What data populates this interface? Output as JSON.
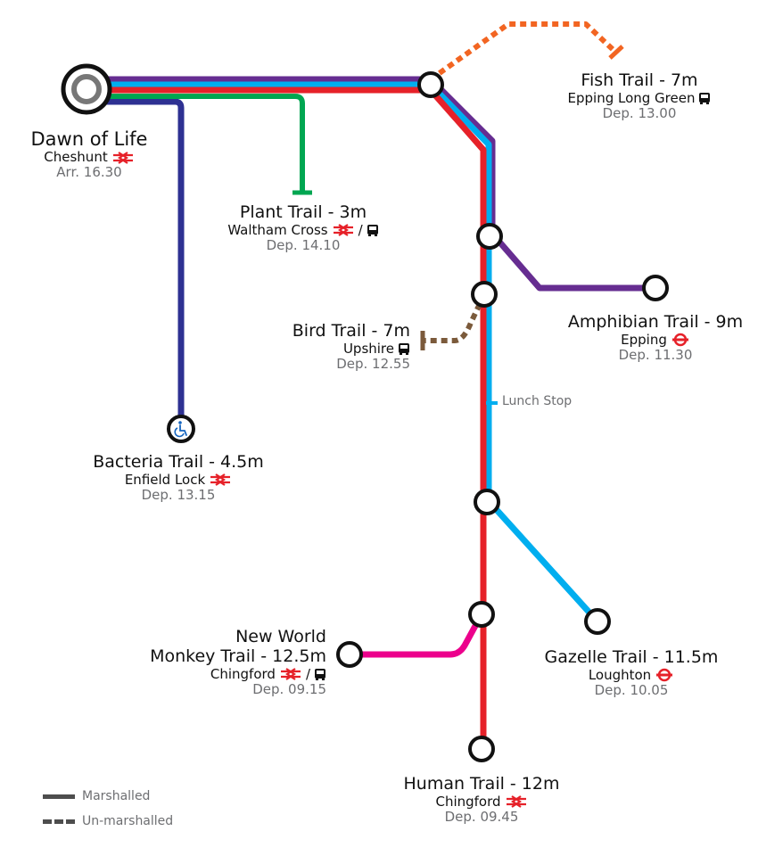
{
  "colors": {
    "navy": "#2e3192",
    "purple": "#662d91",
    "cyan": "#00aeef",
    "green": "#00a651",
    "red": "#e62129",
    "orange": "#f26522",
    "brown": "#7b5a3b",
    "magenta": "#ec008c",
    "station_fill": "#ffffff",
    "station_stroke": "#111111",
    "dep_text": "#6d6e71"
  },
  "icons": {
    "rail": "national-rail-icon",
    "bus": "bus-icon",
    "underground": "underground-roundel-icon",
    "accessible": "wheelchair-accessible-icon"
  },
  "separator": "/",
  "start": {
    "name": "Dawn of Life",
    "station": "Cheshunt",
    "time": "Arr. 16.30"
  },
  "trails": {
    "fish": {
      "name": "Fish Trail - 7m",
      "station": "Epping Long Green",
      "time": "Dep. 13.00",
      "marshalled": false
    },
    "plant": {
      "name": "Plant Trail - 3m",
      "station": "Waltham Cross",
      "time": "Dep. 14.10",
      "marshalled": true
    },
    "bird": {
      "name": "Bird Trail - 7m",
      "station": "Upshire",
      "time": "Dep. 12.55",
      "marshalled": false
    },
    "amphibian": {
      "name": "Amphibian Trail - 9m",
      "station": "Epping",
      "time": "Dep. 11.30",
      "marshalled": true
    },
    "bacteria": {
      "name": "Bacteria Trail - 4.5m",
      "station": "Enfield Lock",
      "time": "Dep. 13.15",
      "marshalled": true
    },
    "monkey": {
      "name_line1": "New World",
      "name_line2": "Monkey Trail - 12.5m",
      "station": "Chingford",
      "time": "Dep. 09.15",
      "marshalled": true
    },
    "gazelle": {
      "name": "Gazelle Trail - 11.5m",
      "station": "Loughton",
      "time": "Dep. 10.05",
      "marshalled": true
    },
    "human": {
      "name": "Human Trail - 12m",
      "station": "Chingford",
      "time": "Dep. 09.45",
      "marshalled": true
    }
  },
  "lunch_stop": "Lunch Stop",
  "legend": {
    "marshalled": "Marshalled",
    "unmarshalled": "Un-marshalled"
  }
}
